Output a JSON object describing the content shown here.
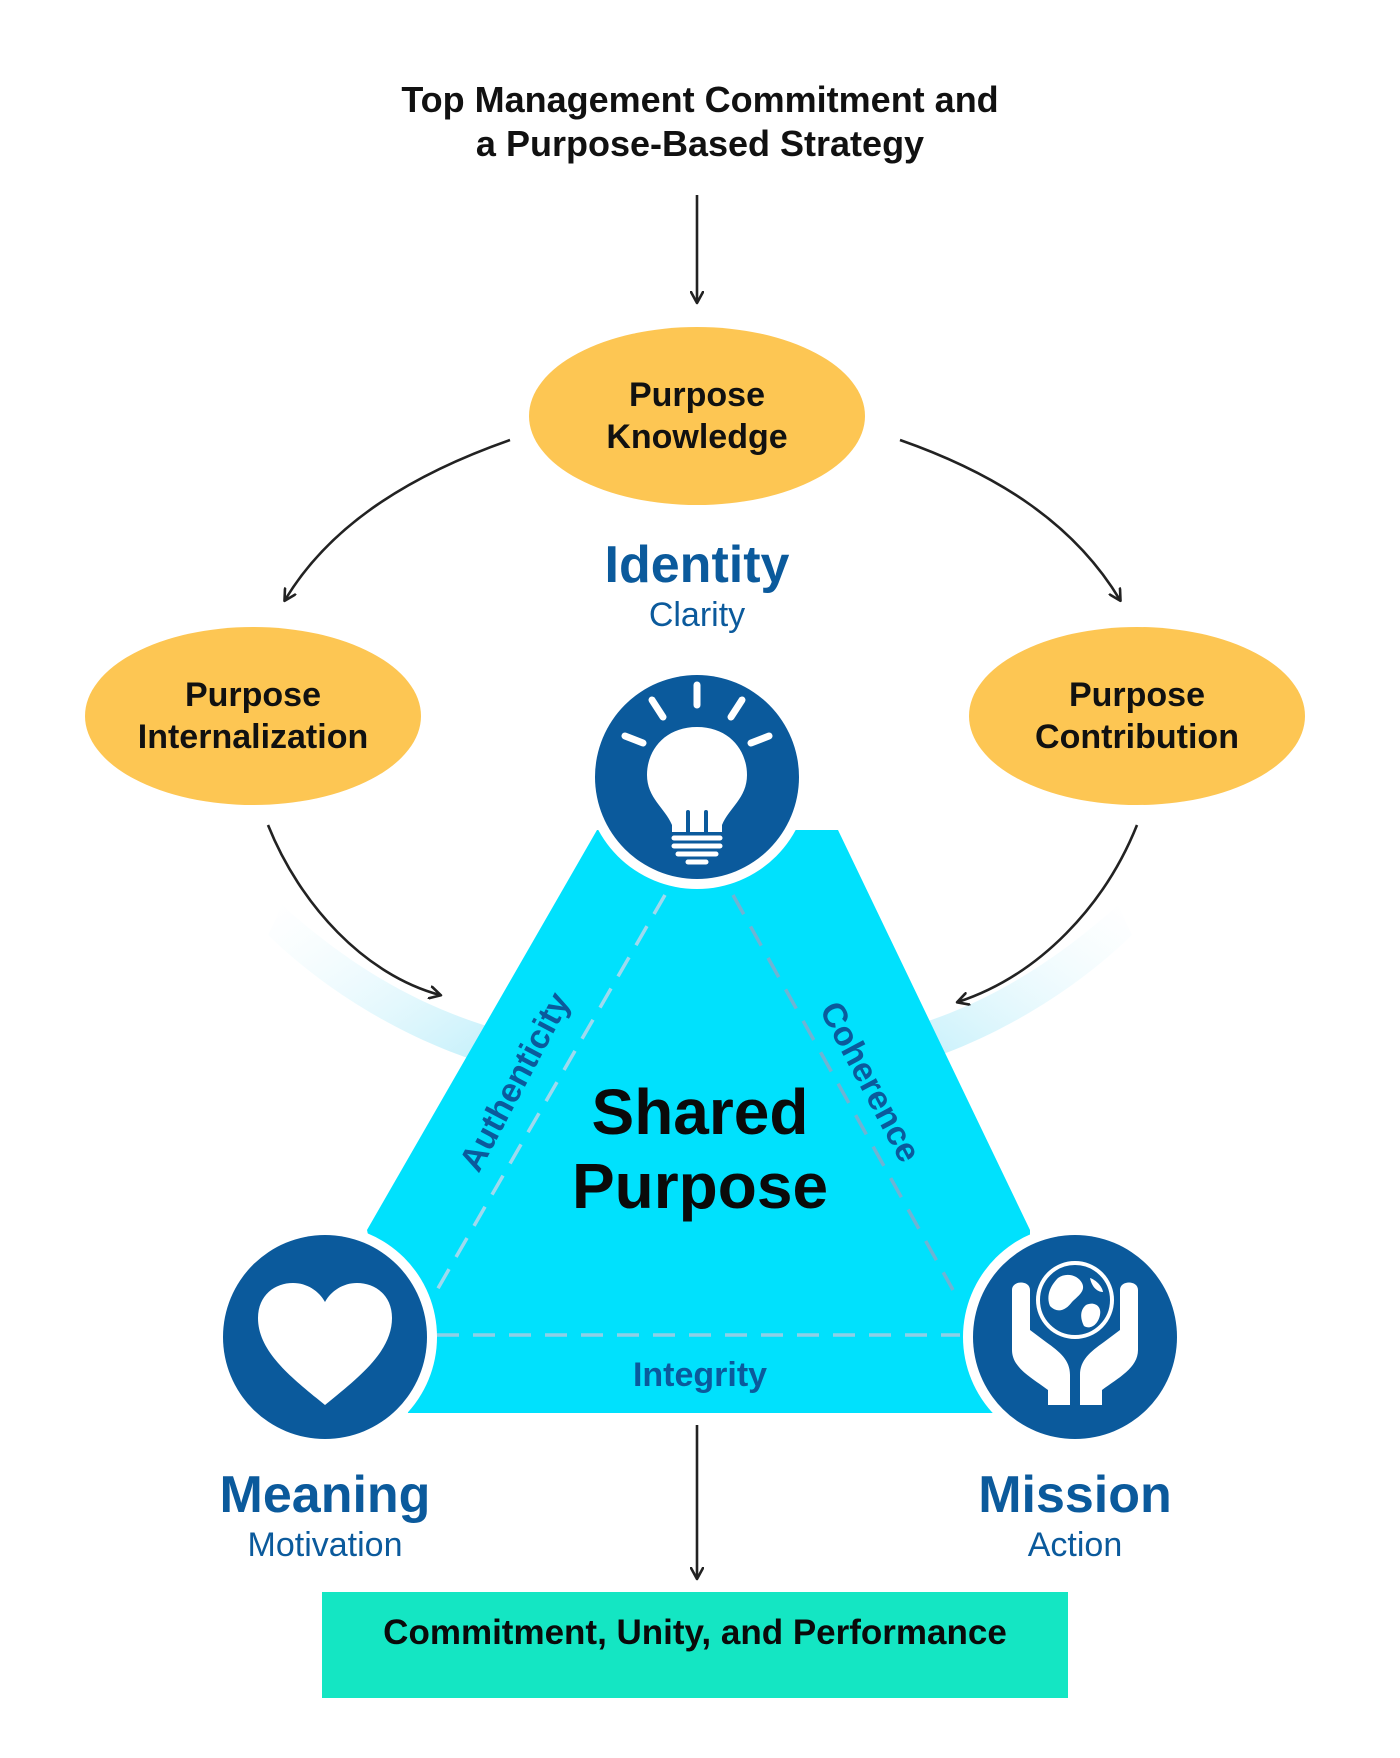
{
  "title": {
    "line1": "Top Management Commitment and",
    "line2": "a Purpose-Based Strategy"
  },
  "nodes": {
    "knowledge": {
      "line1": "Purpose",
      "line2": "Knowledge"
    },
    "internalization": {
      "line1": "Purpose",
      "line2": "Internalization"
    },
    "contribution": {
      "line1": "Purpose",
      "line2": "Contribution"
    }
  },
  "pillars": {
    "identity": {
      "title": "Identity",
      "subtitle": "Clarity",
      "icon": "lightbulb-icon"
    },
    "meaning": {
      "title": "Meaning",
      "subtitle": "Motivation",
      "icon": "heart-icon"
    },
    "mission": {
      "title": "Mission",
      "subtitle": "Action",
      "icon": "globe-hands-icon"
    }
  },
  "center": {
    "line1": "Shared",
    "line2": "Purpose"
  },
  "edges": {
    "left": "Authenticity",
    "right": "Coherence",
    "bottom": "Integrity"
  },
  "outcome": {
    "label": "Commitment, Unity, and Performance"
  },
  "colors": {
    "ellipse": "#fdc653",
    "triangle": "#00e1fd",
    "circle": "#0b5a9c",
    "outcome": "#14e6c3",
    "text_blue": "#0b5a9c"
  }
}
